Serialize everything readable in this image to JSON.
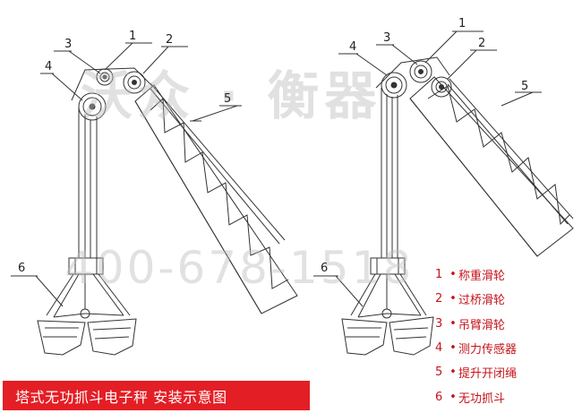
{
  "watermark": {
    "brand": "沃众 · 衡器",
    "phone": "400-678-1518"
  },
  "callout_numbers": [
    "1",
    "2",
    "3",
    "4",
    "5",
    "6"
  ],
  "legend": [
    {
      "num": "1",
      "label": "称重滑轮"
    },
    {
      "num": "2",
      "label": "过桥滑轮"
    },
    {
      "num": "3",
      "label": "吊臂滑轮"
    },
    {
      "num": "4",
      "label": "测力传感器"
    },
    {
      "num": "5",
      "label": "提升开闭绳"
    },
    {
      "num": "6",
      "label": "无功抓斗"
    }
  ],
  "legend_bullet": "•",
  "caption": "塔式无功抓斗电子秤 安装示意图",
  "colors": {
    "accent": "#e41e25",
    "legend_text": "#c4141b",
    "line": "#333333"
  }
}
